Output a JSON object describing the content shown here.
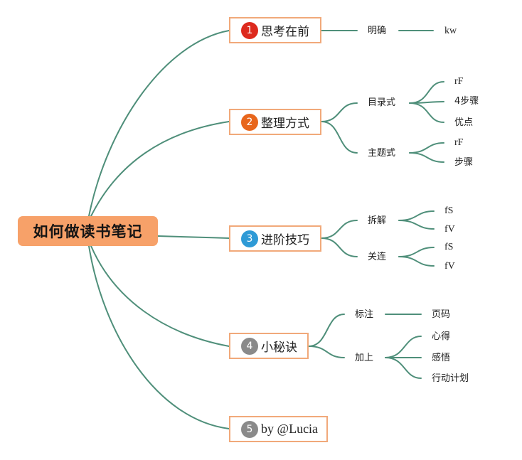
{
  "root": {
    "label": "如何做读书笔记",
    "color": "#f7a169"
  },
  "link_color": "#4f8f7a",
  "topics": [
    {
      "num": "1",
      "badge_color": "#dd2a1e",
      "label": "思考在前"
    },
    {
      "num": "2",
      "badge_color": "#e8661c",
      "label": "整理方式"
    },
    {
      "num": "3",
      "badge_color": "#2e9ad6",
      "label": "进阶技巧"
    },
    {
      "num": "4",
      "badge_color": "#8a8a8a",
      "label": "小秘诀"
    },
    {
      "num": "5",
      "badge_color": "#8a8a8a",
      "label": "by @Lucia"
    }
  ],
  "branches": {
    "t1": {
      "sub": "明确",
      "leaf": "kw"
    },
    "t2": {
      "sub1": "目录式",
      "sub1_leaves": [
        "rF",
        "4步骤",
        "优点"
      ],
      "sub2": "主题式",
      "sub2_leaves": [
        "rF",
        "步骤"
      ]
    },
    "t3": {
      "sub1": "拆解",
      "sub1_leaves": [
        "fS",
        "fV"
      ],
      "sub2": "关连",
      "sub2_leaves": [
        "fS",
        "fV"
      ]
    },
    "t4": {
      "sub1": "标注",
      "sub1_leaves": [
        "页码"
      ],
      "sub2": "加上",
      "sub2_leaves": [
        "心得",
        "感悟",
        "行动计划"
      ]
    }
  }
}
